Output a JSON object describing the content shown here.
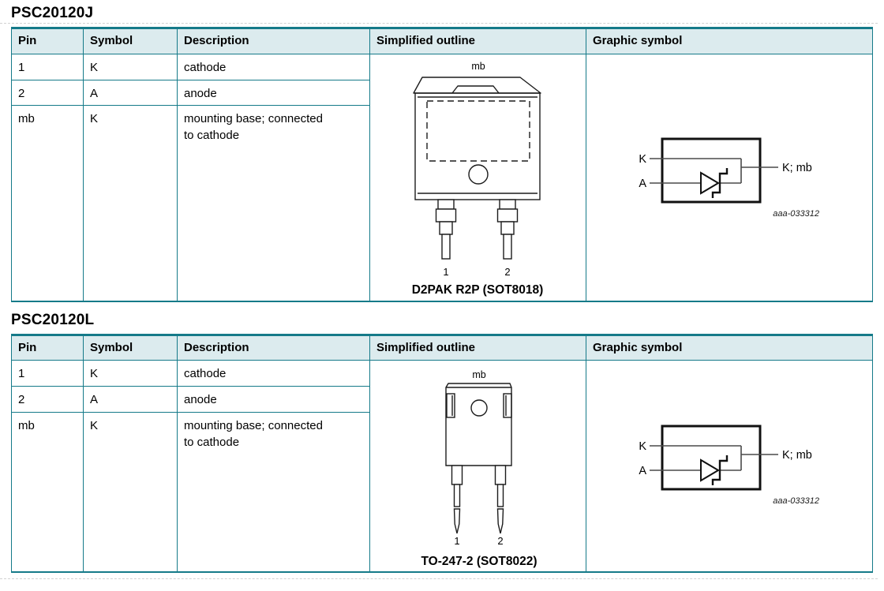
{
  "colors": {
    "table_border": "#157a89",
    "header_bg": "#dcebee",
    "text": "#000000",
    "line_art": "#1c1c1c",
    "symbol_thin_line": "#4a4a4a"
  },
  "sections": [
    {
      "title": "PSC20120J",
      "headers": {
        "pin": "Pin",
        "symbol": "Symbol",
        "description": "Description",
        "outline": "Simplified outline",
        "graphic": "Graphic symbol"
      },
      "rows": [
        {
          "pin": "1",
          "symbol": "K",
          "description": "cathode"
        },
        {
          "pin": "2",
          "symbol": "A",
          "description": "anode"
        },
        {
          "pin": "mb",
          "symbol": "K",
          "description": "mounting base; connected to cathode"
        }
      ],
      "outline": {
        "top_label": "mb",
        "pin1": "1",
        "pin2": "2",
        "caption": "D2PAK R2P (SOT8018)"
      },
      "graphic": {
        "cathode_label": "K",
        "anode_label": "A",
        "output_label": "K; mb",
        "drawing_ref": "aaa-033312"
      }
    },
    {
      "title": "PSC20120L",
      "headers": {
        "pin": "Pin",
        "symbol": "Symbol",
        "description": "Description",
        "outline": "Simplified outline",
        "graphic": "Graphic symbol"
      },
      "rows": [
        {
          "pin": "1",
          "symbol": "K",
          "description": "cathode"
        },
        {
          "pin": "2",
          "symbol": "A",
          "description": "anode"
        },
        {
          "pin": "mb",
          "symbol": "K",
          "description": "mounting base; connected to cathode"
        }
      ],
      "outline": {
        "top_label": "mb",
        "pin1": "1",
        "pin2": "2",
        "caption": "TO-247-2 (SOT8022)"
      },
      "graphic": {
        "cathode_label": "K",
        "anode_label": "A",
        "output_label": "K; mb",
        "drawing_ref": "aaa-033312"
      }
    }
  ]
}
